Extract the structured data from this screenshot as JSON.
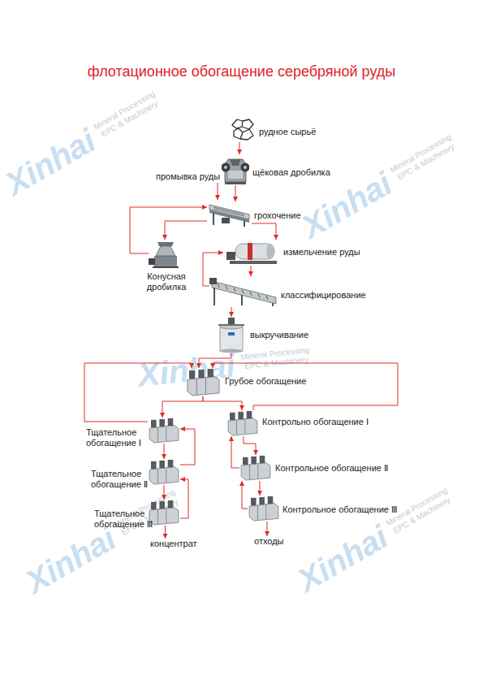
{
  "diagram": {
    "title": "флотационное обогащение серебряной руды",
    "nodes": [
      {
        "text": [
          "рудное сырьё"
        ]
      },
      {
        "text": [
          "щёковая дробилка"
        ]
      },
      {
        "text": [
          "грохочение"
        ]
      },
      {
        "text": [
          "Конусная дробилка"
        ]
      },
      {
        "text": [
          "измельчение руды"
        ]
      },
      {
        "text": [
          "классифицирование"
        ]
      },
      {
        "text": [
          "выкручивание"
        ]
      },
      {
        "text": [
          "Грубое обогащение"
        ]
      },
      {
        "text": [
          "Тщательное обогащение Ⅰ"
        ]
      },
      {
        "text": [
          "Тщательное обогащение Ⅱ"
        ]
      },
      {
        "text": [
          "Тщательное обогащение Ⅲ"
        ]
      },
      {
        "text": [
          "концентрат"
        ]
      },
      {
        "text": [
          "Контрольно обогащение Ⅰ"
        ]
      },
      {
        "text": [
          "Контрольное обогащение Ⅱ"
        ]
      },
      {
        "text": [
          "Контрольное обогащение Ⅲ"
        ]
      },
      {
        "text": [
          "отходы"
        ]
      }
    ],
    "edges": [
      {
        "from": 0,
        "to": 1,
        "arrow": "to"
      },
      {
        "from": 1,
        "to": 2,
        "arrow": "to"
      },
      {
        "from": 2,
        "to": 3,
        "arrow": "to"
      },
      {
        "from": 3,
        "to": 2,
        "arrow": "to"
      },
      {
        "from": 2,
        "to": 4,
        "arrow": "to"
      },
      {
        "from": 4,
        "to": 5,
        "arrow": "to"
      },
      {
        "from": 5,
        "to": 4,
        "arrow": "to"
      },
      {
        "from": 5,
        "to": 6,
        "arrow": "to"
      },
      {
        "from": 6,
        "to": 7,
        "arrow": "to"
      },
      {
        "from": 7,
        "to": 8,
        "arrow": "to"
      },
      {
        "from": 7,
        "to": 12,
        "arrow": "to"
      },
      {
        "from": 8,
        "to": 9,
        "arrow": "to"
      },
      {
        "from": 9,
        "to": 10,
        "arrow": "to"
      },
      {
        "from": 10,
        "to": 11,
        "arrow": "to"
      },
      {
        "from": 12,
        "to": 13,
        "arrow": "to"
      },
      {
        "from": 13,
        "to": 14,
        "arrow": "to"
      },
      {
        "from": 14,
        "to": 15,
        "arrow": "to"
      },
      {
        "from": 8,
        "to": 7,
        "arrow": "to"
      },
      {
        "from": 9,
        "to": 8,
        "arrow": "to"
      },
      {
        "from": 10,
        "to": 9,
        "arrow": "to"
      },
      {
        "from": 12,
        "to": 7,
        "arrow": "to"
      },
      {
        "from": 13,
        "to": 12,
        "arrow": "to"
      },
      {
        "from": 14,
        "to": 13,
        "arrow": "to"
      }
    ],
    "labels": [
      "промывка руды",
      "Xinhai",
      "Mineral Processing",
      "EPC & Machinery",
      "Xinhai",
      "Mineral Processing",
      "EPC & Machinery",
      "Xinhai",
      "Mineral Processing",
      "EPC & Machinery",
      "Xinhai",
      "Mineral Processing",
      "EPC & Machinery",
      "Xinhai",
      "Mineral Processing",
      "EPC & Machinery"
    ]
  }
}
